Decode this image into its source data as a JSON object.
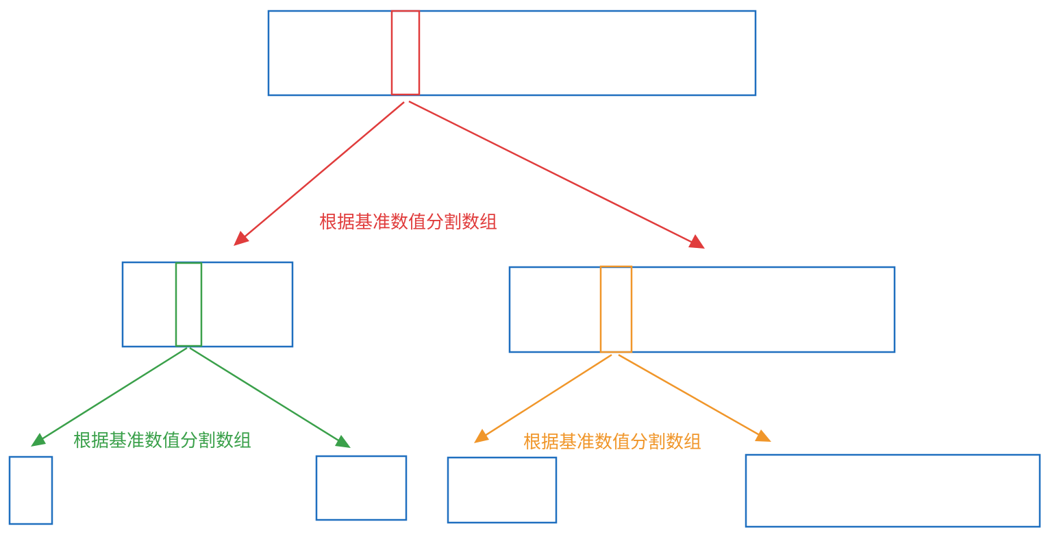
{
  "colors": {
    "array": "#1f6fbf",
    "level1": "#e03c3c",
    "level2_left": "#3aa04a",
    "level2_right": "#f0962a",
    "background": "#ffffff"
  },
  "captions": {
    "top": "根据基准数值分割数组",
    "left": "根据基准数值分割数组",
    "right": "根据基准数值分割数组"
  }
}
